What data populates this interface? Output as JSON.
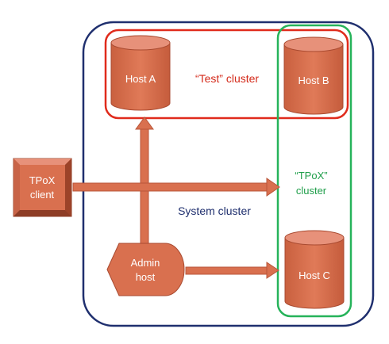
{
  "diagram": {
    "nodes": {
      "host_a": "Host A",
      "host_b": "Host B",
      "host_c": "Host C",
      "admin_host_line1": "Admin",
      "admin_host_line2": "host",
      "tpox_client_line1": "TPoX",
      "tpox_client_line2": "client"
    },
    "clusters": {
      "test_cluster": "“Test” cluster",
      "tpox_cluster_line1": "“TPoX”",
      "tpox_cluster_line2": "cluster",
      "system_cluster": "System cluster"
    },
    "colors": {
      "node_fill": "#d9704f",
      "node_top": "#e7917a",
      "node_stroke": "#ffffff",
      "node_outline": "#a94a30",
      "system_cluster_border": "#1f2f6e",
      "test_cluster_border": "#e02b1c",
      "tpox_cluster_border": "#26b35a",
      "test_label": "#d42a1a",
      "tpox_label": "#1f9e4a",
      "system_label": "#1f2f6e",
      "arrow_fill": "#d9704f"
    }
  }
}
